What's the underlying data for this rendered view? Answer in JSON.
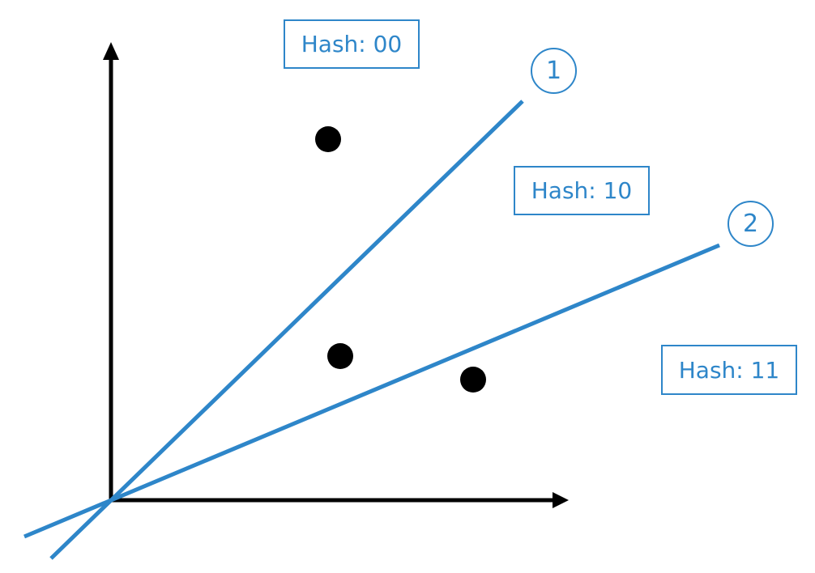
{
  "colors": {
    "accent": "#2E86C9",
    "axis": "#000000",
    "point": "#000000",
    "background": "#ffffff"
  },
  "regions": [
    {
      "label": "Hash: 00"
    },
    {
      "label": "Hash: 10"
    },
    {
      "label": "Hash: 11"
    }
  ],
  "hyperplanes": [
    {
      "label": "1"
    },
    {
      "label": "2"
    }
  ],
  "points_count": 3
}
